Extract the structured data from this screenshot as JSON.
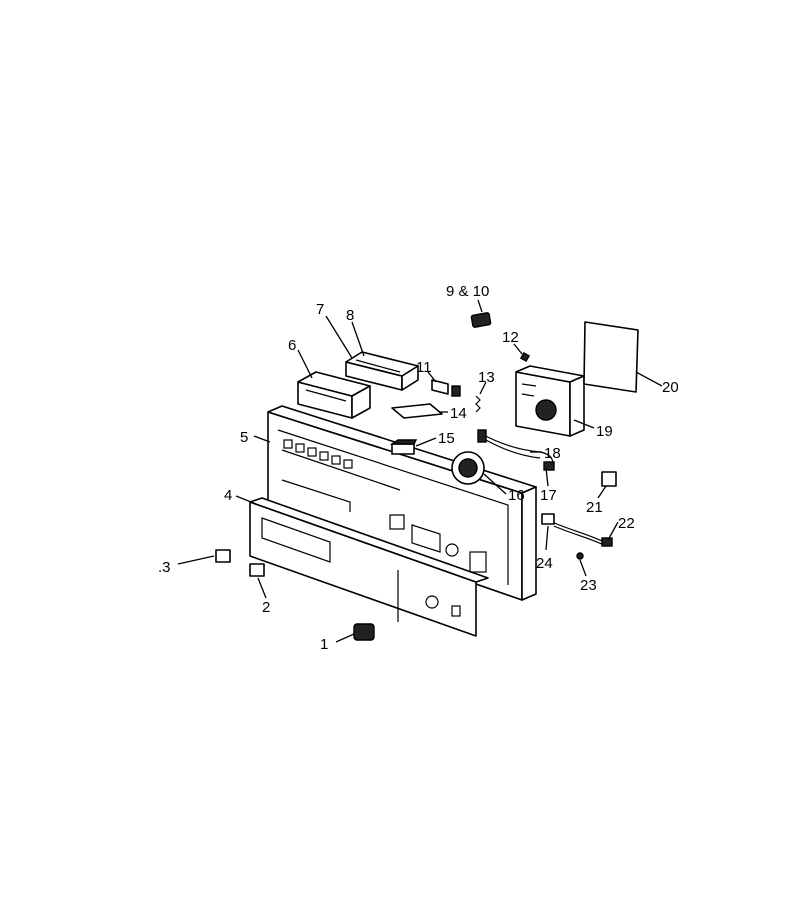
{
  "diagram": {
    "callouts": {
      "p1": "1",
      "p2": "2",
      "p3": ".3",
      "p4": "4",
      "p5": "5",
      "p6": "6",
      "p7": "7",
      "p8": "8",
      "p9_10": "9 & 10",
      "p11": "11",
      "p12": "12",
      "p13": "13",
      "p14": "14",
      "p15": "15",
      "p16": "16",
      "p17": "17",
      "p18": "18",
      "p19": "19",
      "p20": "20",
      "p21": "21",
      "p22": "22",
      "p23": "23",
      "p24": "24"
    }
  }
}
